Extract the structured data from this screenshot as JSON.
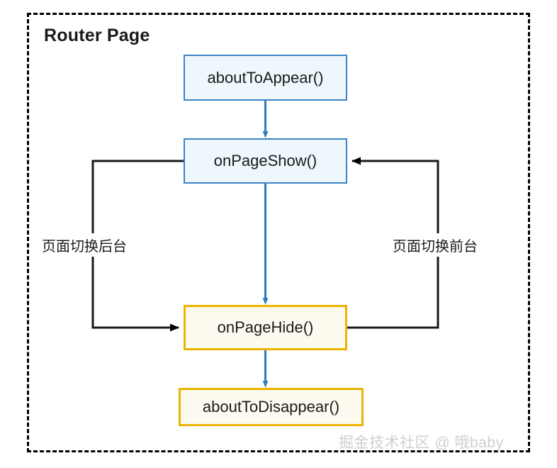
{
  "diagram": {
    "frame": {
      "title": "Router Page",
      "border_style": "dashed",
      "border_color": "#000000"
    },
    "nodes": [
      {
        "id": "about-to-appear",
        "label": "aboutToAppear()",
        "border_color": "#3d85c6",
        "fill_color": "#edf7fc"
      },
      {
        "id": "on-page-show",
        "label": "onPageShow()",
        "border_color": "#3d85c6",
        "fill_color": "#edf7fc"
      },
      {
        "id": "on-page-hide",
        "label": "onPageHide()",
        "border_color": "#ecb400",
        "fill_color": "#fdfaef"
      },
      {
        "id": "about-to-disappear",
        "label": "aboutToDisappear()",
        "border_color": "#ecb400",
        "fill_color": "#fdfaef"
      }
    ],
    "edges": [
      {
        "id": "appear-to-show",
        "from": "about-to-appear",
        "to": "on-page-show",
        "label": "",
        "color": "#2e7cc3"
      },
      {
        "id": "show-to-hide",
        "from": "on-page-show",
        "to": "on-page-hide",
        "label": "",
        "color": "#2e7cc3"
      },
      {
        "id": "hide-to-disappear",
        "from": "on-page-hide",
        "to": "about-to-disappear",
        "label": "",
        "color": "#2e7cc3"
      },
      {
        "id": "show-to-hide-background",
        "from": "on-page-show",
        "to": "on-page-hide",
        "label": "页面切换后台",
        "color": "#1a1a1a"
      },
      {
        "id": "hide-to-show-foreground",
        "from": "on-page-hide",
        "to": "on-page-show",
        "label": "页面切换前台",
        "color": "#1a1a1a"
      }
    ],
    "watermark": "掘金技术社区 @ 哦baby"
  }
}
